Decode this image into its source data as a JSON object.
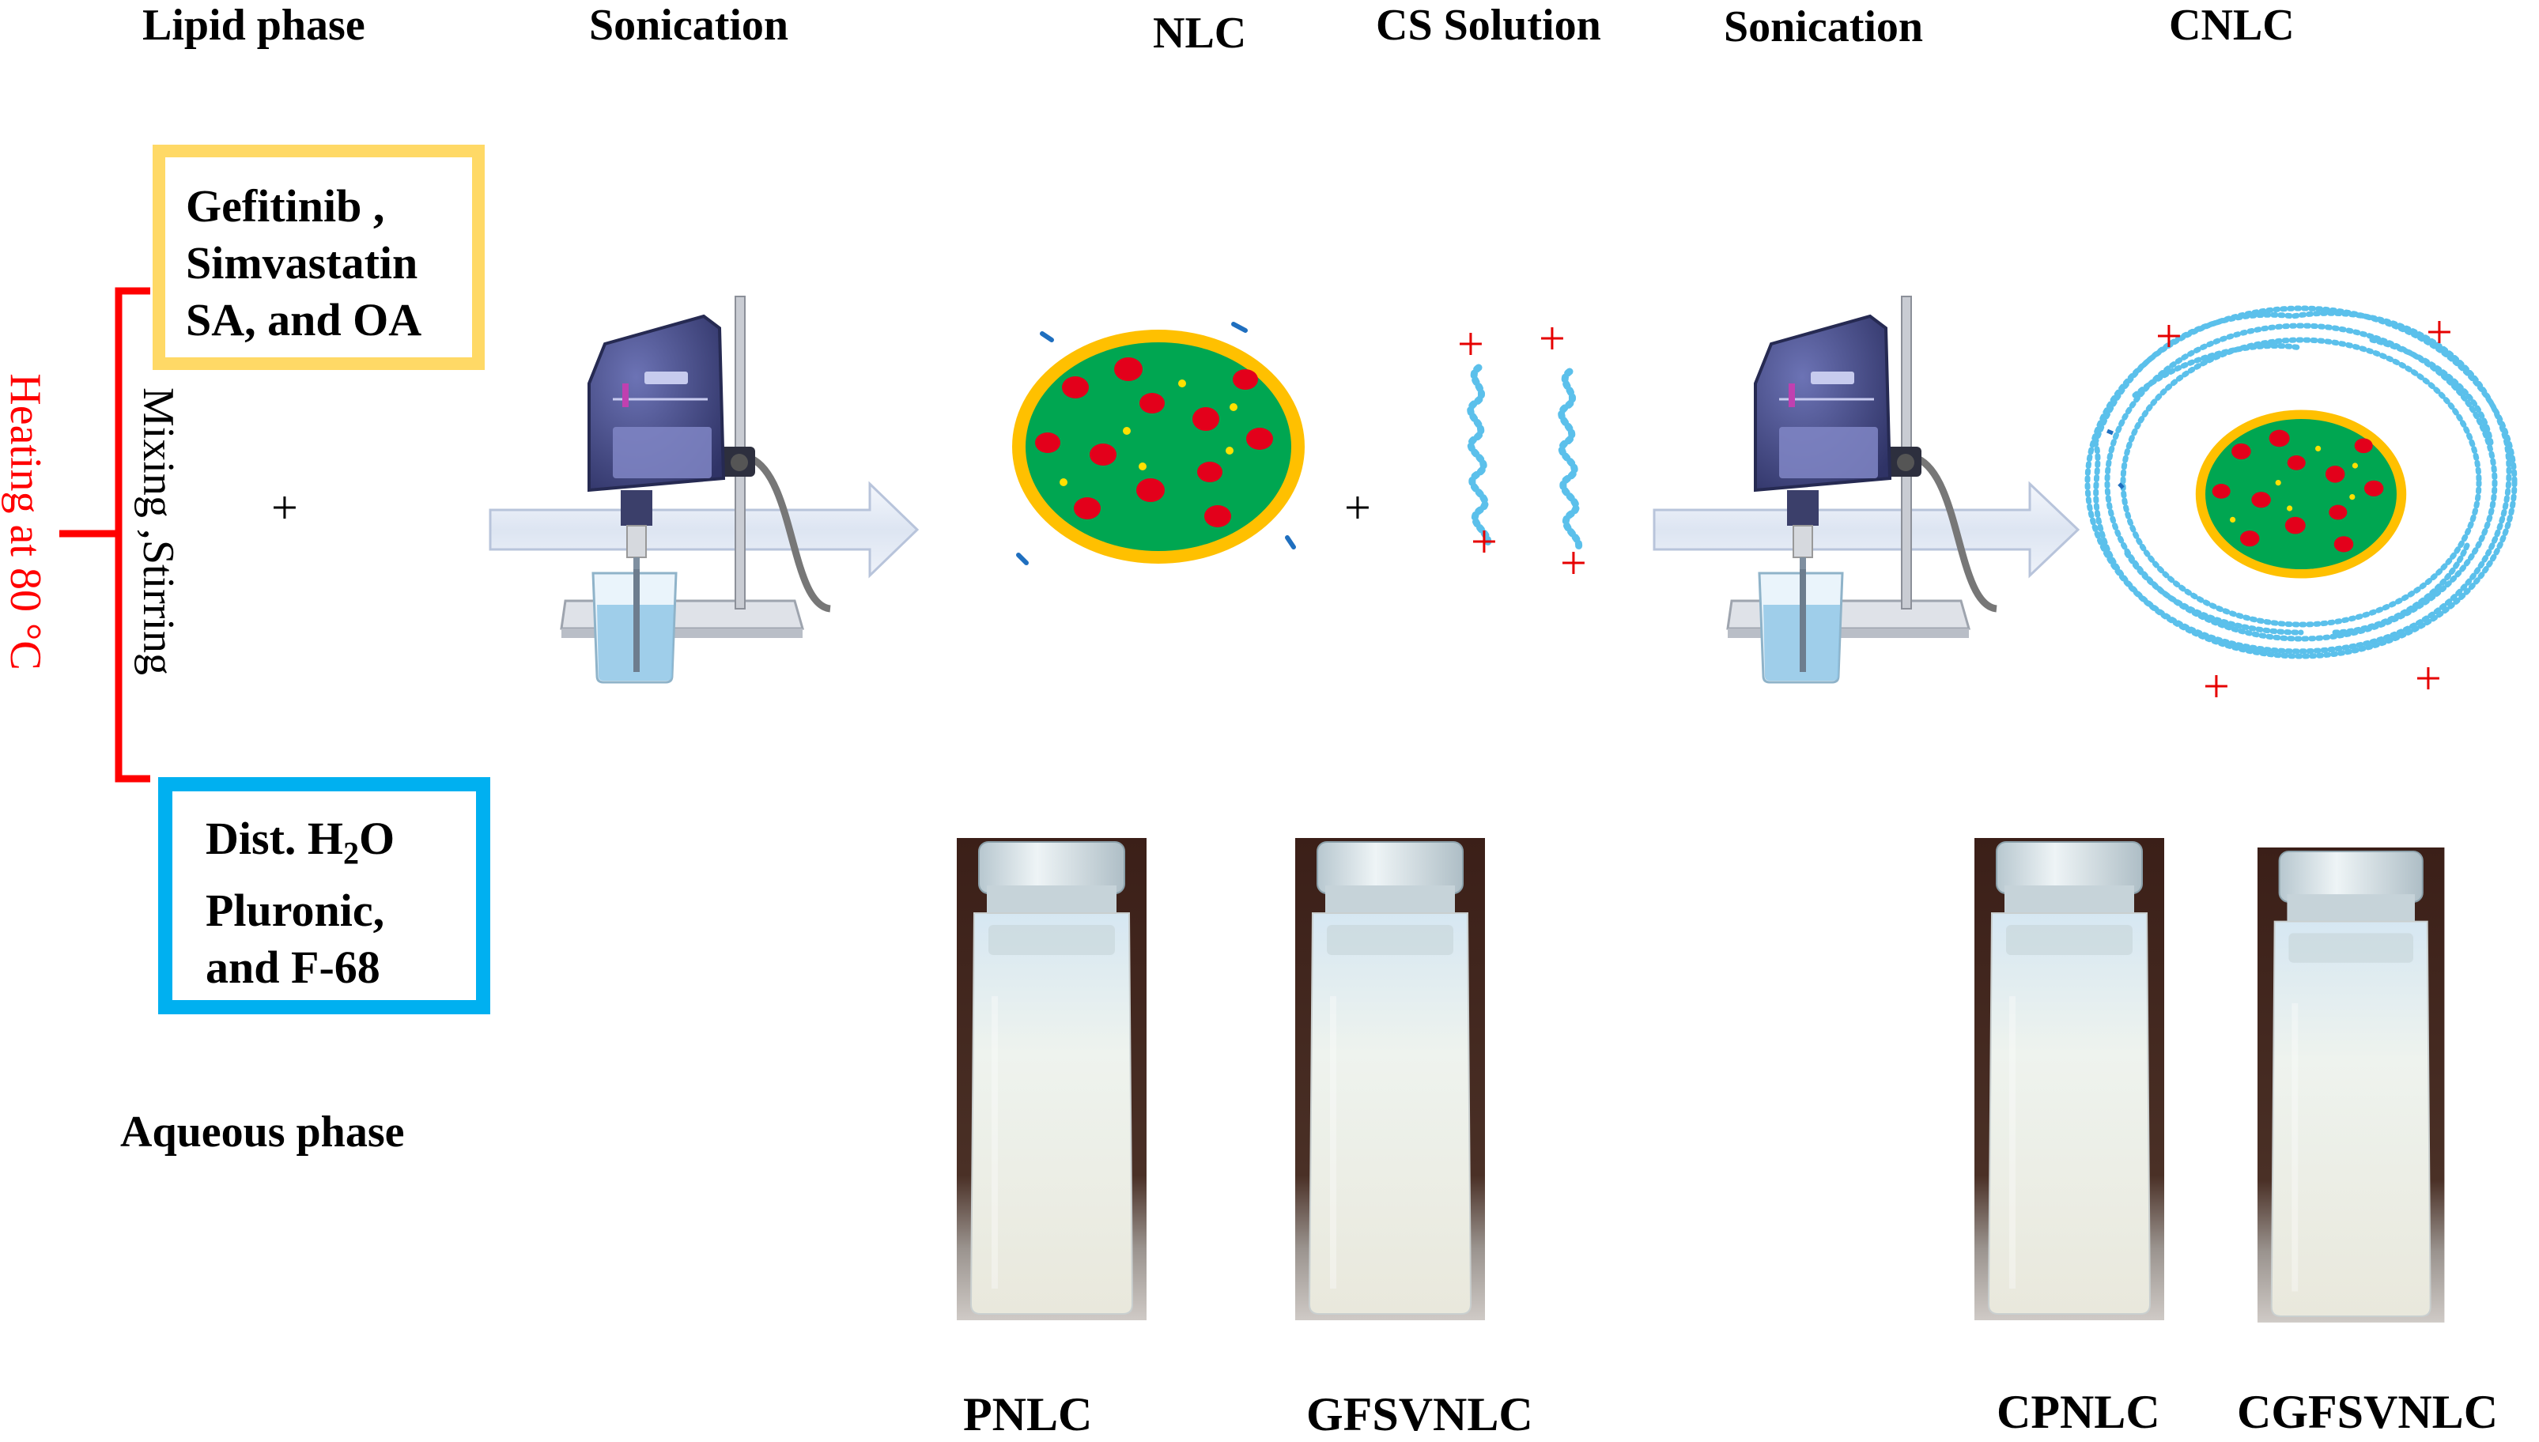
{
  "headings": {
    "lipid_phase": "Lipid phase",
    "sonication_1": "Sonication",
    "nlc": "NLC",
    "cs_solution": "CS Solution",
    "sonication_2": "Sonication",
    "cnlc": "CNLC",
    "aqueous_phase": "Aqueous phase"
  },
  "lipid_box": {
    "lines": [
      "Gefitinib ,",
      "Simvastatin",
      "SA, and OA"
    ],
    "border_color": "#FFD966"
  },
  "aqueous_box": {
    "line1_pre": "Dist. H",
    "line1_sub": "2",
    "line1_post": "O",
    "line2": "Pluronic,",
    "line3": "and  F-68",
    "border_color": "#00B0F0"
  },
  "process": {
    "mixing": "Mixing ,Stirring",
    "heating": "Heating at 80 °C",
    "plus": "+",
    "heating_color": "#FF0000"
  },
  "vials": [
    {
      "label": "PNLC"
    },
    {
      "label": "GFSVNLC"
    },
    {
      "label": "CPNLC"
    },
    {
      "label": "CGFSVNLC"
    }
  ],
  "colors": {
    "core": "#00A651",
    "shell": "#FFC000",
    "drug": "#E3001B",
    "chitosan": "#5BC0EB",
    "charge": "#E60000"
  }
}
